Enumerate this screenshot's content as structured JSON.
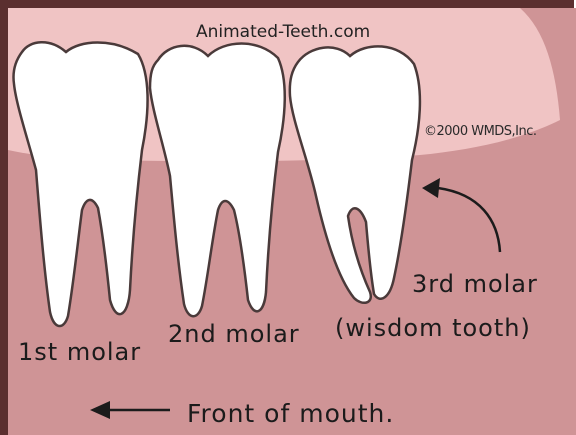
{
  "header": {
    "site": "Animated-Teeth.com",
    "copyright": "©2000 WMDS,Inc."
  },
  "teeth": {
    "first": "1st molar",
    "second": "2nd molar",
    "third_line1": "3rd molar",
    "third_line2": "(wisdom tooth)"
  },
  "direction": {
    "front_label": "Front of mouth."
  },
  "colors": {
    "gum": "#cf9496",
    "gum_pale": "#f0c4c4",
    "tooth": "#ffffff",
    "outline": "#4a3a3a",
    "frame": "#5b2f2f"
  }
}
